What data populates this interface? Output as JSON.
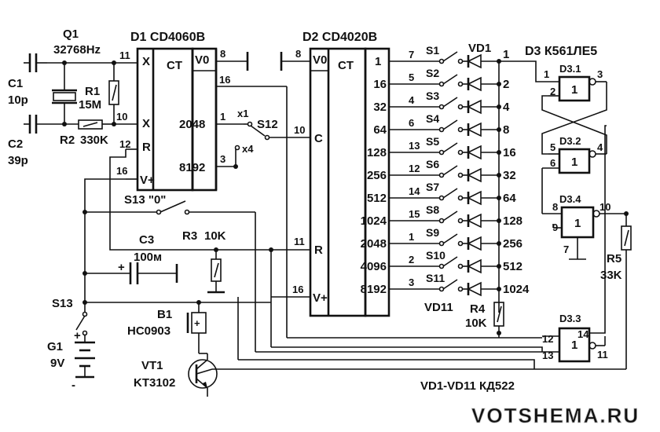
{
  "chips": {
    "d1": {
      "title": "D1 CD4060B",
      "ct": "CT",
      "x_in": "X",
      "x_out": "X",
      "r": "R",
      "vplus": "V+",
      "v0": "V0",
      "out2048": "2048",
      "out8192": "8192"
    },
    "d2": {
      "title": "D2 CD4020B",
      "ct": "CT",
      "v0": "V0",
      "c": "C",
      "r": "R",
      "vplus": "V+",
      "outputs": [
        "1",
        "16",
        "32",
        "64",
        "128",
        "256",
        "512",
        "1024",
        "2048",
        "4096",
        "8192"
      ]
    },
    "d3": {
      "title": "D3 К561ЛЕ5",
      "gate_symbol": "1",
      "d31": "D3.1",
      "d32": "D3.2",
      "d33": "D3.3",
      "d34": "D3.4"
    }
  },
  "pins": {
    "d1_11": "11",
    "d1_10": "10",
    "d1_12": "12",
    "d1_16": "16",
    "d1_8": "8",
    "d1_16r": "16",
    "d1_1": "1",
    "d1_3": "3",
    "d2_8": "8",
    "d2_10": "10",
    "d2_11": "11",
    "d2_16": "16",
    "d2_out": [
      "7",
      "5",
      "4",
      "6",
      "13",
      "12",
      "14",
      "15",
      "1",
      "2",
      "3"
    ],
    "d31": [
      "1",
      "2",
      "3"
    ],
    "d32": [
      "5",
      "6",
      "4"
    ],
    "d34": [
      "8",
      "9",
      "10",
      "7"
    ],
    "d33": [
      "14",
      "12",
      "13",
      "11"
    ]
  },
  "components": {
    "q1": "Q1",
    "q1_freq": "32768Hz",
    "c1": "C1",
    "c1_val": "10p",
    "c2": "C2",
    "c2_val": "39p",
    "r1": "R1",
    "r1_val": "15M",
    "r2": "R2",
    "r2_val": "330K",
    "c3": "C3",
    "c3_val": "100м",
    "c3_plus": "+",
    "r3": "R3",
    "r3_val": "10K",
    "r4": "R4",
    "r4_val": "10K",
    "r5": "R5",
    "r5_val": "33K",
    "b1": "B1",
    "b1_val": "HC0903",
    "b1_plus": "+",
    "vt1": "VT1",
    "vt1_val": "KT3102",
    "g1": "G1",
    "g1_val": "9V",
    "g1_plus": "+",
    "g1_minus": "-",
    "s12": "S12",
    "x1": "x1",
    "x4": "x4",
    "s13_reset": "S13 \"0\"",
    "s13_power": "S13",
    "vd11": "VD11",
    "vd_note": "VD1-VD11 КД522"
  },
  "switch_rows": [
    {
      "switch": "S1",
      "diode": "VD1",
      "value": "1"
    },
    {
      "switch": "S2",
      "diode": "",
      "value": "2"
    },
    {
      "switch": "S3",
      "diode": "",
      "value": "4"
    },
    {
      "switch": "S4",
      "diode": "",
      "value": "8"
    },
    {
      "switch": "S5",
      "diode": "",
      "value": "16"
    },
    {
      "switch": "S6",
      "diode": "",
      "value": "32"
    },
    {
      "switch": "S7",
      "diode": "",
      "value": "64"
    },
    {
      "switch": "S8",
      "diode": "",
      "value": "128"
    },
    {
      "switch": "S9",
      "diode": "",
      "value": "256"
    },
    {
      "switch": "S10",
      "diode": "",
      "value": "512"
    },
    {
      "switch": "S11",
      "diode": "",
      "value": "1024"
    }
  ],
  "watermark": "VOTSHEMA.RU"
}
